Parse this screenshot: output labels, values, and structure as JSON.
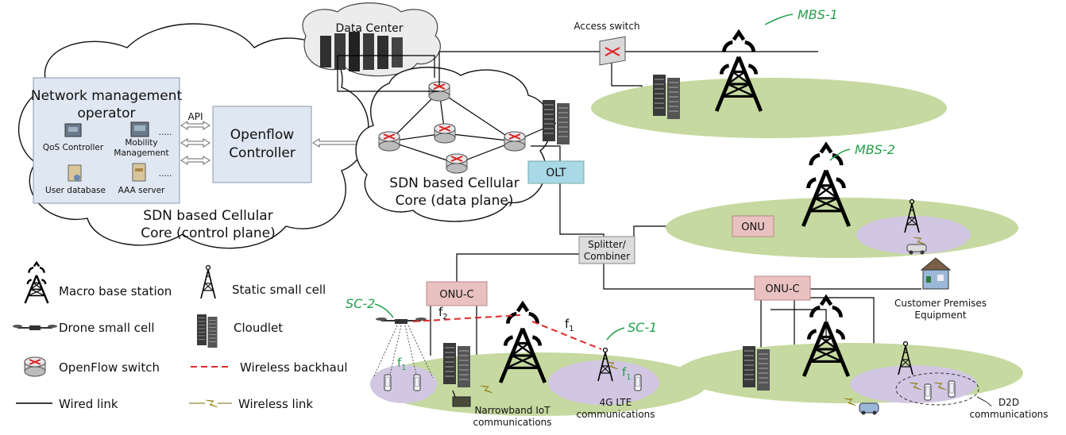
{
  "control_plane": {
    "nmo_title_1": "Network management",
    "nmo_title_2": "operator",
    "qos": "QoS Controller",
    "mobility_1": "Mobility",
    "mobility_2": "Management",
    "userdb": "User database",
    "aaa": "AAA server",
    "dots": ".....",
    "api": "API",
    "openflow_1": "Openflow",
    "openflow_2": "Controller",
    "cloud_label_1": "SDN based Cellular",
    "cloud_label_2": "Core (control plane)"
  },
  "data_plane": {
    "data_center": "Data Center",
    "cloud_label_1": "SDN based Cellular",
    "cloud_label_2": "Core (data plane)"
  },
  "network": {
    "access_switch": "Access switch",
    "olt": "OLT",
    "splitter_1": "Splitter/",
    "splitter_2": "Combiner",
    "onu": "ONU",
    "onu_c_left": "ONU-C",
    "onu_c_right": "ONU-C",
    "mbs1": "MBS-1",
    "mbs2": "MBS-2",
    "sc1": "SC-1",
    "sc2": "SC-2",
    "f2": "f",
    "f2_sub": "2",
    "f1": "f",
    "f1_sub": "1",
    "cpe_1": "Customer Premises",
    "cpe_2": "Equipment",
    "nb_1": "Narrowband IoT",
    "nb_2": "communications",
    "lte_1": "4G LTE",
    "lte_2": "communications",
    "d2d_1": "D2D",
    "d2d_2": "communications"
  },
  "legend": {
    "macro": "Macro base station",
    "static": "Static small cell",
    "drone": "Drone small cell",
    "cloudlet": "Cloudlet",
    "switch": "OpenFlow switch",
    "wbackhaul": "Wireless backhaul",
    "wired": "Wired link",
    "wlink": "Wireless link"
  },
  "colors": {
    "ellipse_green": "#c5d9a0",
    "ellipse_purple": "#d2c7e3",
    "onu_fill": "#e9c1c1",
    "olt_fill": "#a9d8e6",
    "splitter_fill": "#dcdcdc",
    "controller_fill": "#dfe7f2",
    "accent_green": "#22a04a",
    "backhaul_red": "#e02a2a"
  }
}
